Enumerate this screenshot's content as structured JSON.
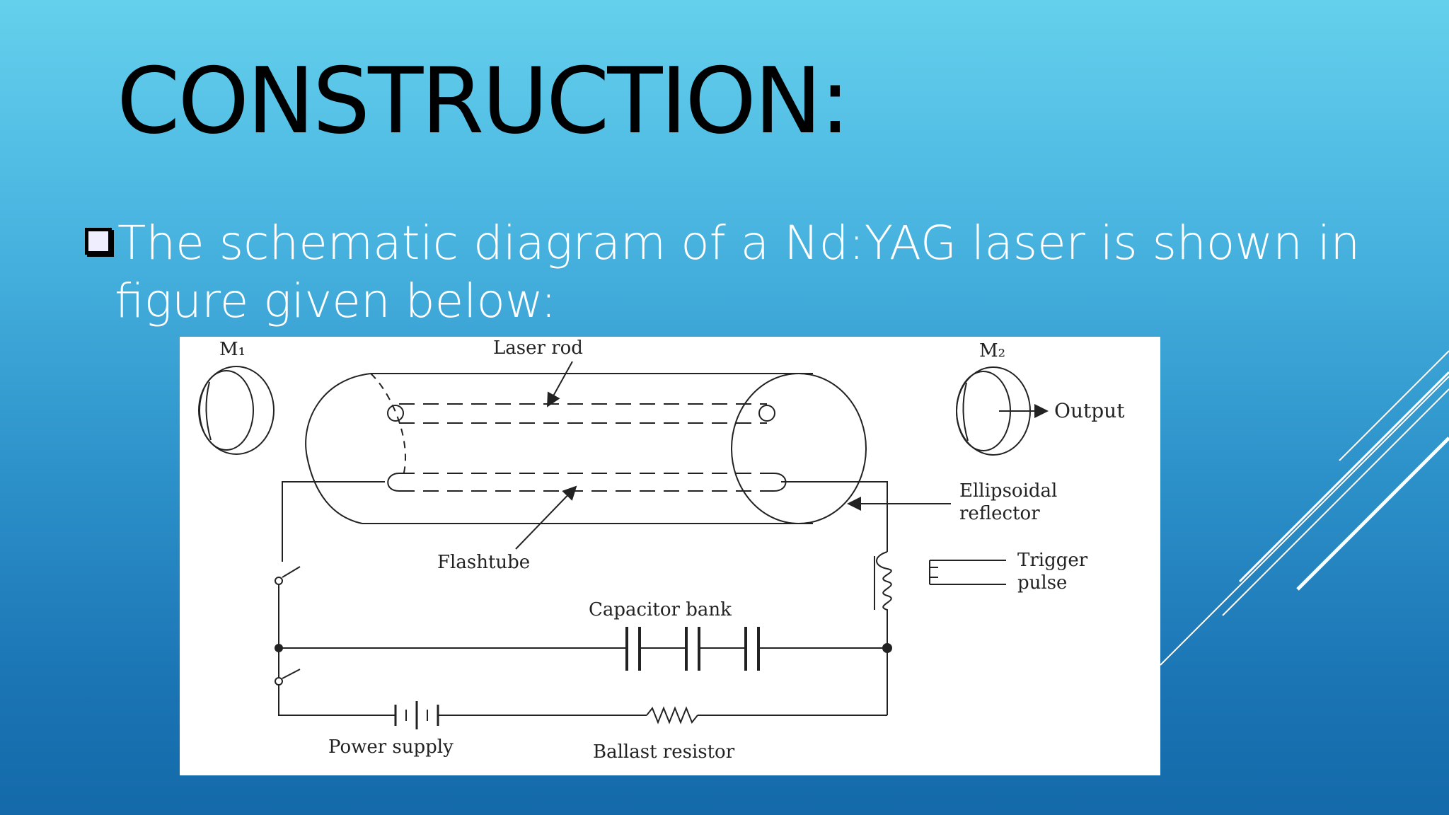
{
  "slide": {
    "title": "CONSTRUCTION:",
    "bullet_line1": "The schematic diagram of a Nd:YAG laser is shown in",
    "bullet_line2": "figure given below:"
  },
  "diagram": {
    "labels": {
      "m1": "M₁",
      "m2": "M₂",
      "laser_rod": "Laser rod",
      "output": "Output",
      "ellipsoidal": "Ellipsoidal",
      "reflector": "reflector",
      "flashtube": "Flashtube",
      "trigger": "Trigger",
      "pulse": "pulse",
      "capacitor_bank": "Capacitor bank",
      "power_supply": "Power supply",
      "ballast_resistor": "Ballast resistor"
    }
  },
  "colors": {
    "background_top": "#65d0ec",
    "background_bottom": "#146aa9",
    "title": "#000000",
    "body_text": "#ffffff",
    "figure_bg": "#ffffff",
    "ink": "#222222"
  }
}
